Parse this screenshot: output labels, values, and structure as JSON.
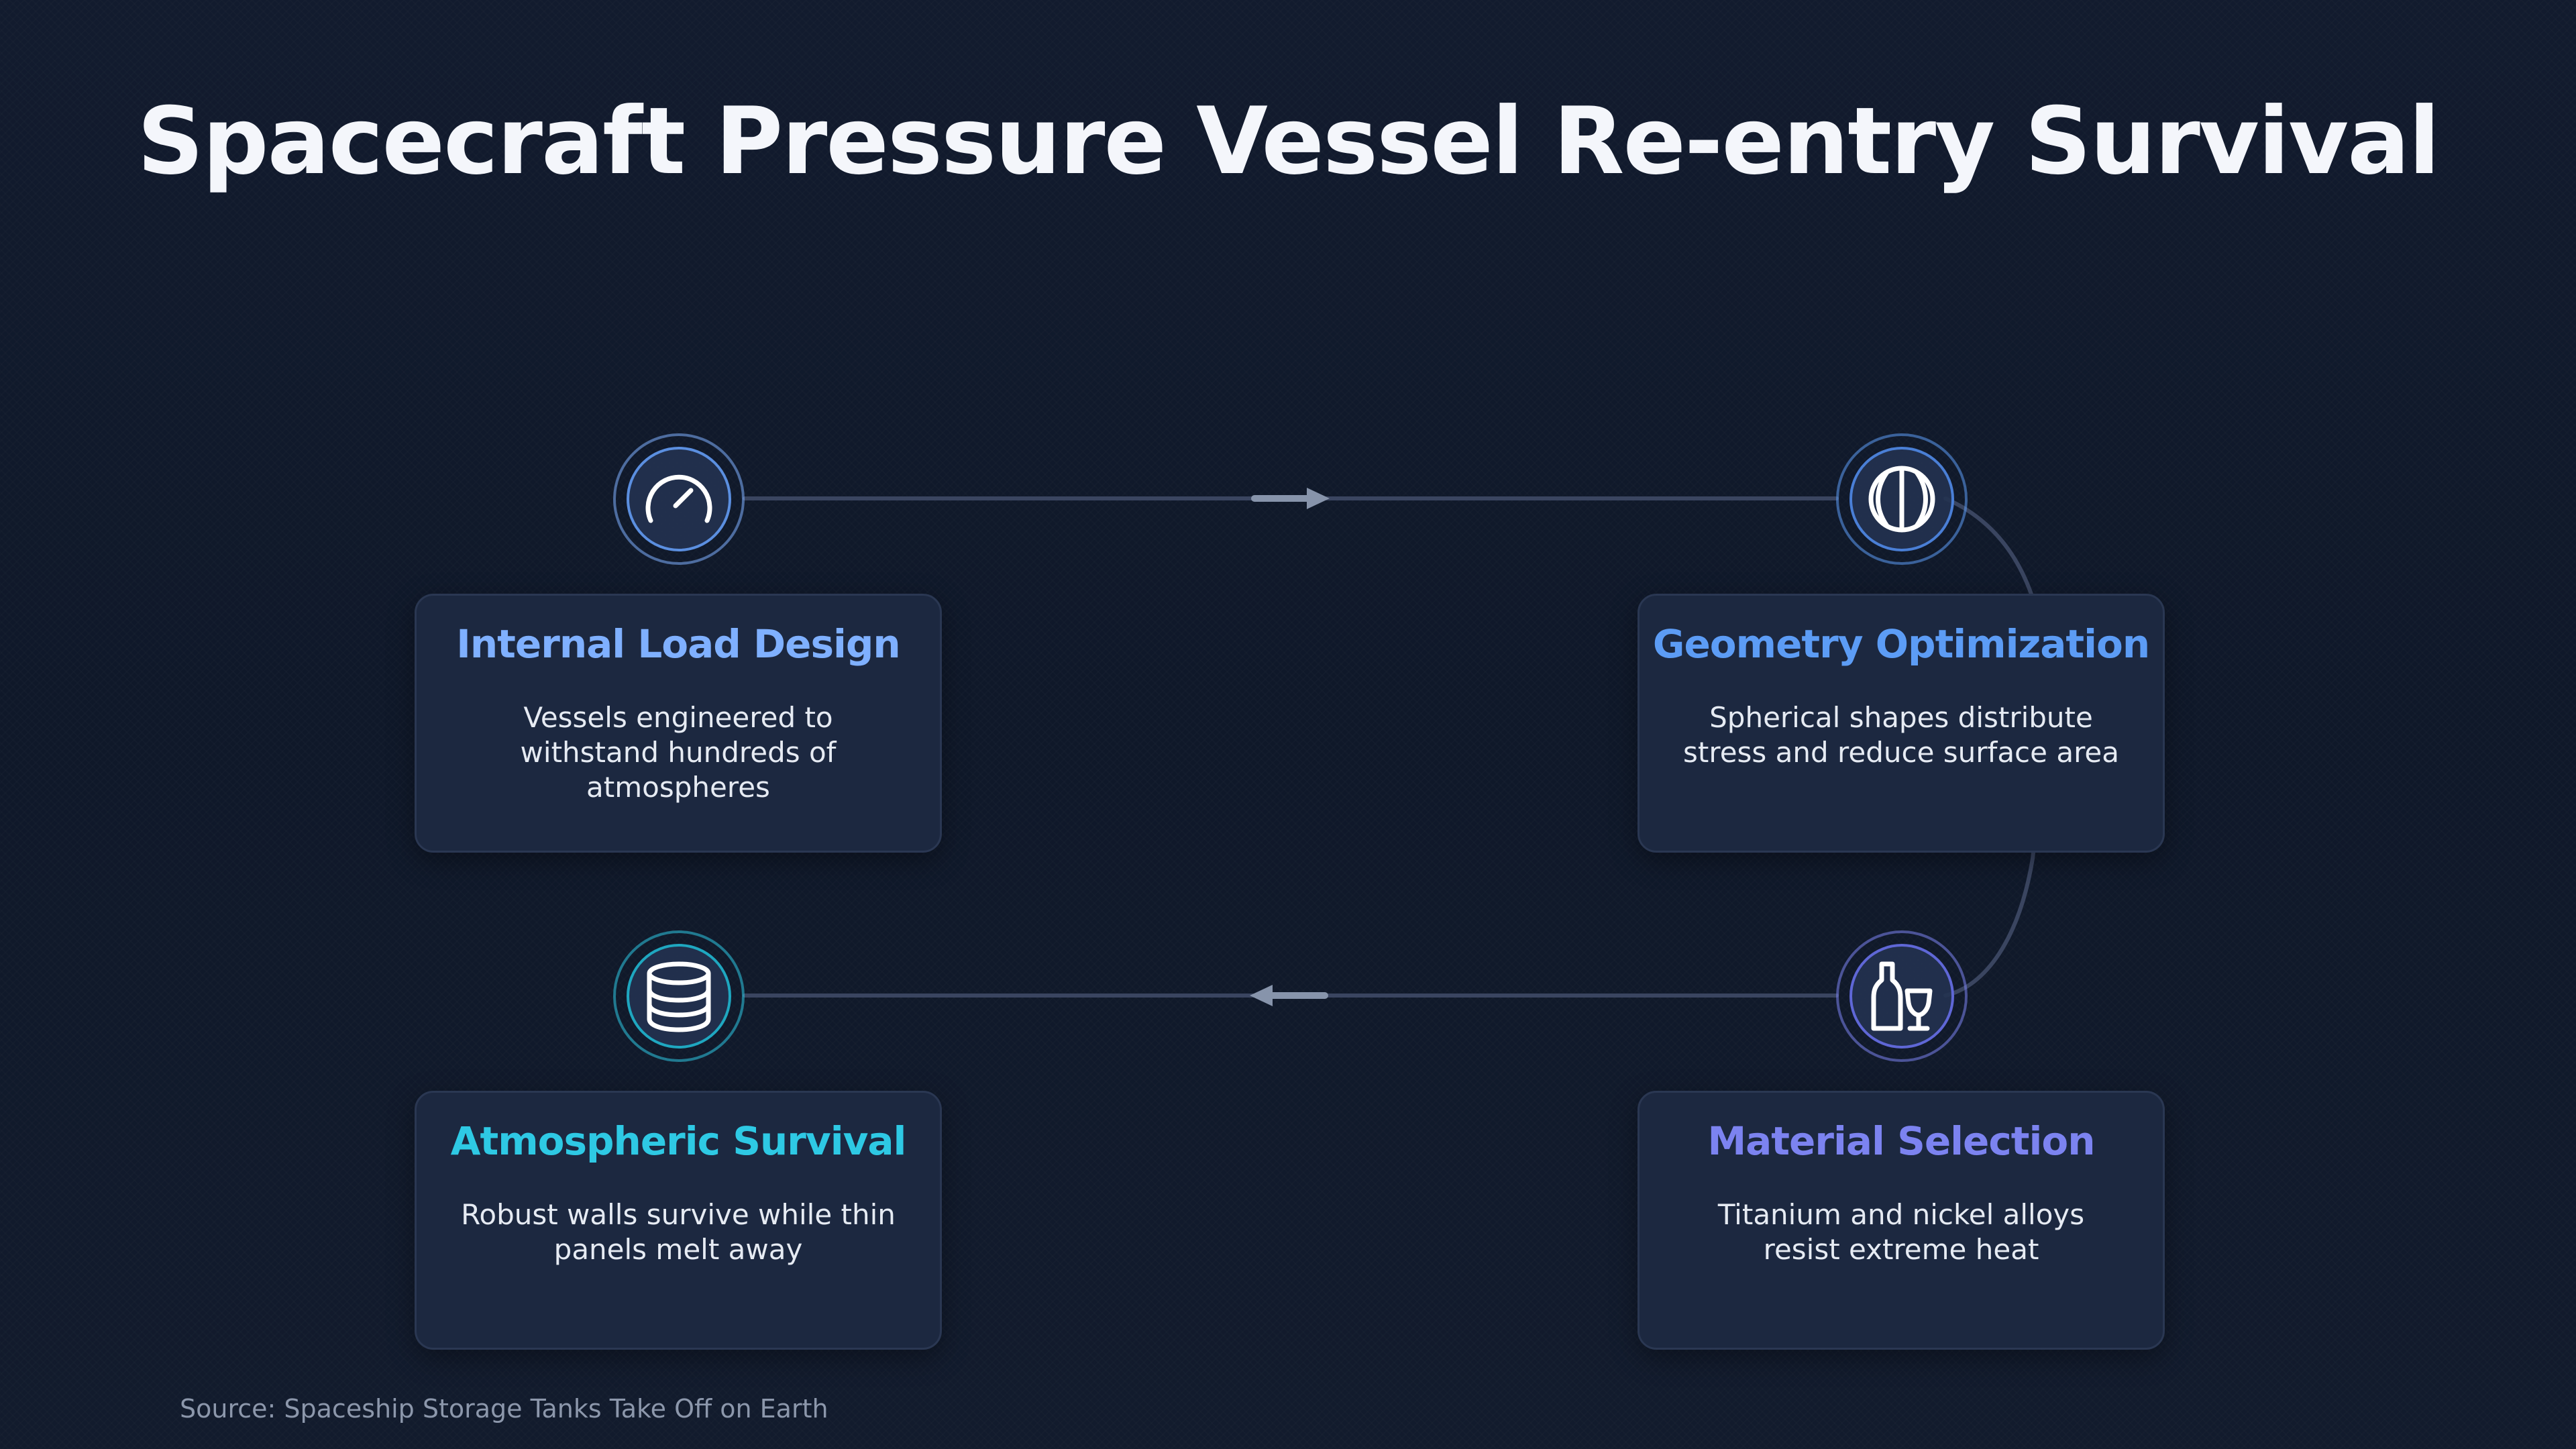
{
  "title": "Spacecraft Pressure Vessel Re-entry Survival",
  "steps": [
    {
      "title": "Internal Load Design",
      "description": "Vessels engineered to withstand hundreds of atmospheres",
      "icon": "gauge-icon",
      "color": "#7fb0ff"
    },
    {
      "title": "Geometry Optimization",
      "description": "Spherical shapes distribute stress and reduce surface area",
      "icon": "sphere-icon",
      "color": "#5c9cf5"
    },
    {
      "title": "Material Selection",
      "description": "Titanium and nickel alloys resist extreme heat",
      "icon": "bottle-glass-icon",
      "color": "#7c83f0"
    },
    {
      "title": "Atmospheric Survival",
      "description": "Robust walls survive while thin panels melt away",
      "icon": "database-cylinder-icon",
      "color": "#2ec9e4"
    }
  ],
  "source": "Source: Spaceship Storage Tanks Take Off on Earth",
  "colors": {
    "background": "#111a2c",
    "card": "#1c2840",
    "connector": "#3a4560",
    "arrow": "#8794ab"
  }
}
